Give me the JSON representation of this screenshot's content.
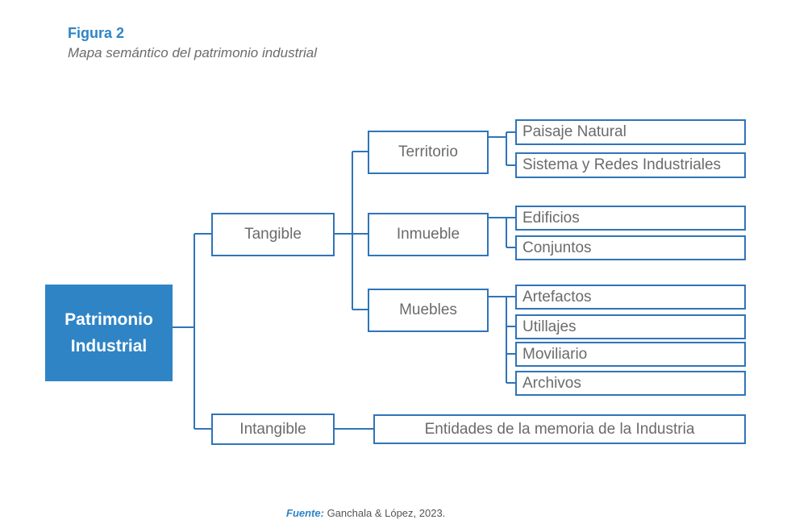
{
  "figure": {
    "label": "Figura 2",
    "title": "Mapa semántico del patrimonio industrial"
  },
  "diagram": {
    "root": {
      "line1": "Patrimonio",
      "line2": "Industrial"
    },
    "tangible": "Tangible",
    "intangible": "Intangible",
    "territorio": "Territorio",
    "inmueble": "Inmueble",
    "muebles": "Muebles",
    "paisaje": "Paisaje Natural",
    "sistema": "Sistema y Redes Industriales",
    "edificios": "Edificios",
    "conjuntos": "Conjuntos",
    "artefactos": "Artefactos",
    "utillajes": "Utillajes",
    "moviliario": "Moviliario",
    "archivos": "Archivos",
    "entidades": "Entidades de la memoria de la Industria"
  },
  "colors": {
    "primary": "#2f84c6",
    "border": "#2f74b8",
    "text": "#6b6b6b"
  },
  "footer": {
    "label": "Fuente:",
    "text": " Ganchala & López, 2023."
  }
}
